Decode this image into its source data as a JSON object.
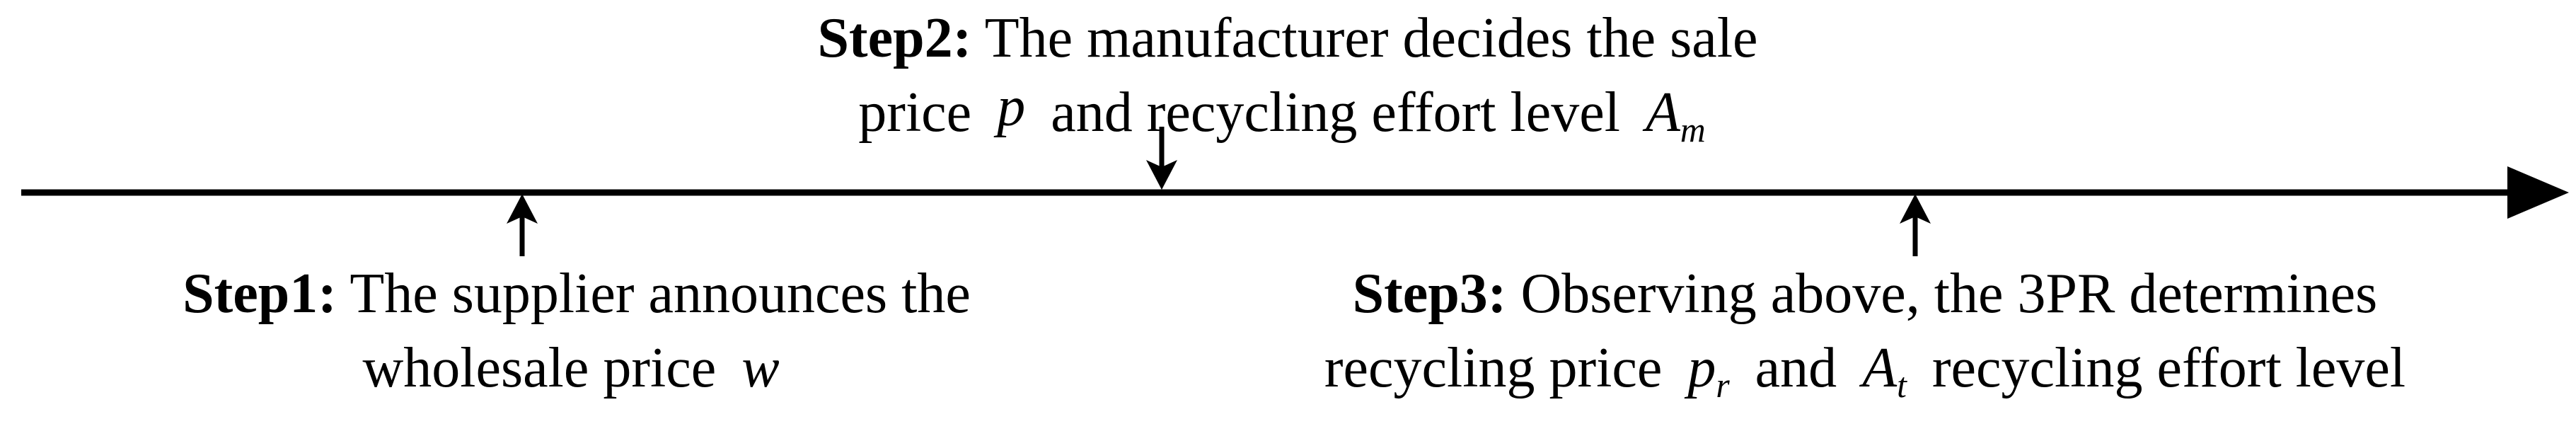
{
  "figure": {
    "type": "timeline-diagram",
    "background_color": "#ffffff",
    "ink_color": "#000000",
    "timeline_direction": "left-to-right"
  },
  "steps": [
    {
      "id": "step1",
      "bold_label": "Step1:",
      "line1_text": " The supplier announces the",
      "line2_pre": "wholesale price ",
      "math_var1": "w",
      "marker": "up-arrow"
    },
    {
      "id": "step2",
      "bold_label": "Step2:",
      "line1_text": " The manufacturer decides the sale",
      "line2_pre": "price ",
      "math_var1": "p",
      "line2_mid": " and recycling effort level ",
      "math_var2": "A",
      "math_var2_sub": "m",
      "marker": "down-arrow"
    },
    {
      "id": "step3",
      "bold_label": "Step3:",
      "line1_text": " Observing above, the 3PR determines",
      "line2_pre": "recycling price ",
      "math_var1": "p",
      "math_var1_sub": "r",
      "line2_mid": " and ",
      "math_var2": "A",
      "math_var2_sub": "t",
      "line2_post": " recycling effort level",
      "marker": "up-arrow"
    }
  ]
}
